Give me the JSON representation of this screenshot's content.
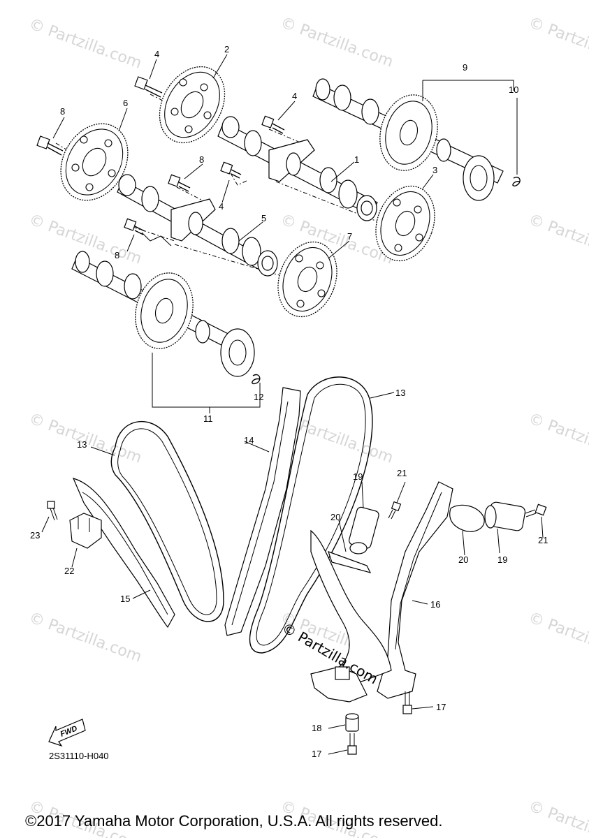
{
  "watermark_text": "© Partzilla.com",
  "diagram_code": "2S31110-H040",
  "fwd_label": "FWD",
  "partzilla_stamp": "© Partzilla.com",
  "copyright": "©2017 Yamaha Motor Corporation, U.S.A. All rights reserved.",
  "callouts": {
    "c1": "1",
    "c2": "2",
    "c3": "3",
    "c4a": "4",
    "c4b": "4",
    "c4c": "4",
    "c5": "5",
    "c6": "6",
    "c7": "7",
    "c8a": "8",
    "c8b": "8",
    "c8c": "8",
    "c9": "9",
    "c10": "10",
    "c11": "11",
    "c12": "12",
    "c13a": "13",
    "c13b": "13",
    "c14": "14",
    "c15": "15",
    "c16": "16",
    "c17a": "17",
    "c17b": "17",
    "c18": "18",
    "c19a": "19",
    "c19b": "19",
    "c20a": "20",
    "c20b": "20",
    "c21a": "21",
    "c21b": "21",
    "c22": "22",
    "c23": "23"
  }
}
